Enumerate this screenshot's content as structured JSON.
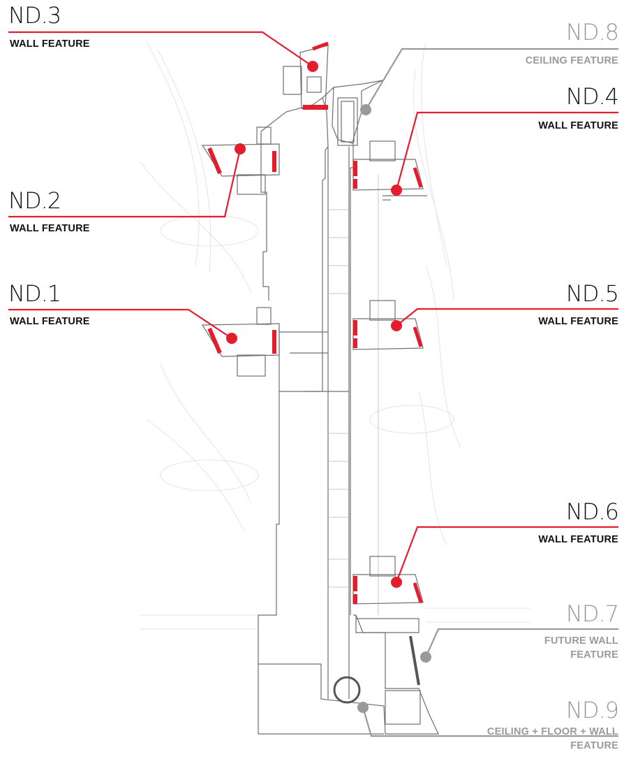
{
  "colors": {
    "active": "#e41d2d",
    "future": "#9a9a9a",
    "plan_line": "#6f6f6f",
    "ghost": "#e4e4e4",
    "label_text": "#111111"
  },
  "callouts": [
    {
      "id": "nd3",
      "code": "ND.3",
      "desc": [
        "WALL FEATURE"
      ],
      "status": "active",
      "side": "left"
    },
    {
      "id": "nd8",
      "code": "ND.8",
      "desc": [
        "CEILING FEATURE"
      ],
      "status": "future",
      "side": "right"
    },
    {
      "id": "nd4",
      "code": "ND.4",
      "desc": [
        "WALL FEATURE"
      ],
      "status": "active",
      "side": "right"
    },
    {
      "id": "nd2",
      "code": "ND.2",
      "desc": [
        "WALL FEATURE"
      ],
      "status": "active",
      "side": "left"
    },
    {
      "id": "nd1",
      "code": "ND.1",
      "desc": [
        "WALL FEATURE"
      ],
      "status": "active",
      "side": "left"
    },
    {
      "id": "nd5",
      "code": "ND.5",
      "desc": [
        "WALL FEATURE"
      ],
      "status": "active",
      "side": "right"
    },
    {
      "id": "nd6",
      "code": "ND.6",
      "desc": [
        "WALL FEATURE"
      ],
      "status": "active",
      "side": "right"
    },
    {
      "id": "nd7",
      "code": "ND.7",
      "desc": [
        "FUTURE WALL",
        "FEATURE"
      ],
      "status": "future",
      "side": "right"
    },
    {
      "id": "nd9",
      "code": "ND.9",
      "desc": [
        "CEILING + FLOOR + WALL",
        "FEATURE"
      ],
      "status": "future",
      "side": "right"
    }
  ]
}
